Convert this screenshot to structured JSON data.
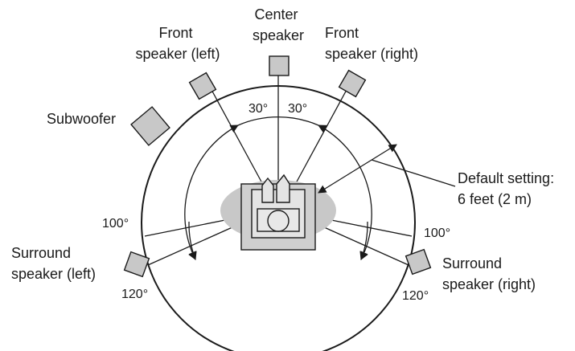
{
  "labels": {
    "center": [
      "Center",
      "speaker"
    ],
    "front_left": [
      "Front",
      "speaker (left)"
    ],
    "front_right": [
      "Front",
      "speaker (right)"
    ],
    "subwoofer": "Subwoofer",
    "default_setting": [
      "Default setting:",
      "6 feet (2 m)"
    ],
    "surround_left": [
      "Surround",
      "speaker (left)"
    ],
    "surround_right": [
      "Surround",
      "speaker (right)"
    ]
  },
  "angles": {
    "front_left": "30°",
    "front_right": "30°",
    "surround_left_100": "100°",
    "surround_left_120": "120°",
    "surround_right_100": "100°",
    "surround_right_120": "120°"
  },
  "colors": {
    "stroke": "#1a1a1a",
    "speaker_fill": "#c8c8c8",
    "listening_area": "#c8c8c8",
    "background": "#ffffff"
  }
}
